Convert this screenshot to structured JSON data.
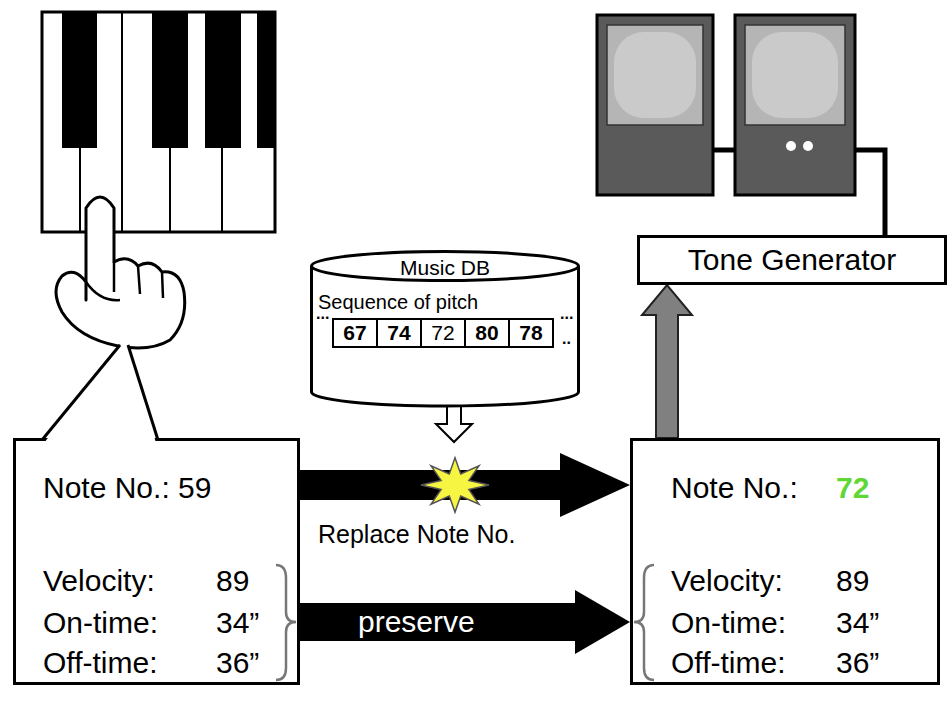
{
  "diagram": {
    "nodes": [
      {
        "text": [
          "Tone Generator"
        ]
      },
      {
        "text": [
          "Music DB",
          "Sequence of pitch"
        ]
      },
      {
        "text": [
          "67"
        ],
        "in": 1
      },
      {
        "text": [
          "74"
        ],
        "in": 1
      },
      {
        "text": [
          "72"
        ],
        "in": 1
      },
      {
        "text": [
          "80"
        ],
        "in": 1
      },
      {
        "text": [
          "78"
        ],
        "in": 1
      },
      {
        "text": [
          "Note No.: 59",
          "Velocity:",
          "89",
          "On-time:",
          "34”",
          "Off-time:",
          "36”"
        ]
      },
      {
        "text": [
          "Note No.:",
          "72",
          "Velocity:",
          "89",
          "On-time:",
          "34”",
          "Off-time:",
          "36”"
        ]
      }
    ],
    "edges": [
      {
        "from": 7,
        "to": 8,
        "arrow": "to",
        "label": "Replace Note No."
      },
      {
        "from": 7,
        "to": 8,
        "arrow": "to",
        "label": "preserve"
      },
      {
        "from": 8,
        "to": 0,
        "arrow": "to"
      }
    ],
    "labels": [
      "...",
      "...",
      ".."
    ]
  }
}
